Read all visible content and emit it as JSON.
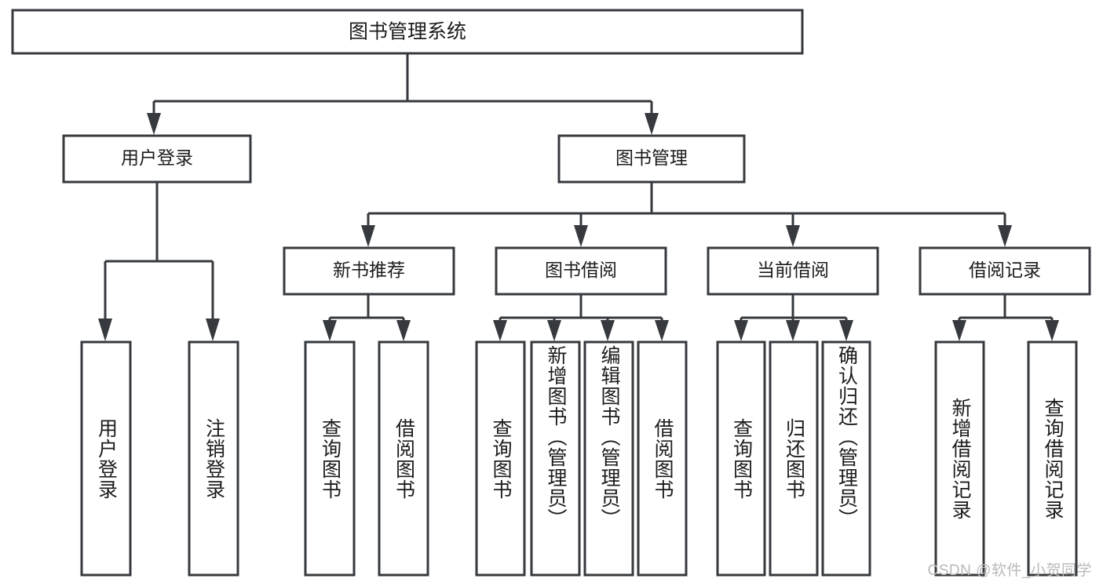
{
  "diagram": {
    "type": "tree-hierarchy",
    "title": "图书管理系统",
    "colors": {
      "box_stroke": "#36393d",
      "box_fill": "#ffffff",
      "text": "#1c1c1c",
      "connector": "#36393d",
      "watermark": "#b9b9b9",
      "background": "#ffffff"
    },
    "root": {
      "label": "图书管理系统"
    },
    "level2": [
      {
        "id": "user-login",
        "label": "用户登录"
      },
      {
        "id": "book-manage",
        "label": "图书管理"
      }
    ],
    "level3": [
      {
        "id": "new-book-recommend",
        "label": "新书推荐",
        "parent": "book-manage"
      },
      {
        "id": "book-borrow",
        "label": "图书借阅",
        "parent": "book-manage"
      },
      {
        "id": "current-borrow",
        "label": "当前借阅",
        "parent": "book-manage"
      },
      {
        "id": "borrow-record",
        "label": "借阅记录",
        "parent": "book-manage"
      }
    ],
    "leaves": [
      {
        "id": "leaf-user-login",
        "label": "用户登录",
        "parent": "user-login"
      },
      {
        "id": "leaf-logout-login",
        "label": "注销登录",
        "parent": "user-login"
      },
      {
        "id": "leaf-query-book-1",
        "label": "查询图书",
        "parent": "new-book-recommend"
      },
      {
        "id": "leaf-borrow-book-1",
        "label": "借阅图书",
        "parent": "new-book-recommend"
      },
      {
        "id": "leaf-query-book-2",
        "label": "查询图书",
        "parent": "book-borrow"
      },
      {
        "id": "leaf-add-book",
        "label": "新增图书（管理员）",
        "parent": "book-borrow"
      },
      {
        "id": "leaf-edit-book",
        "label": "编辑图书（管理员）",
        "parent": "book-borrow"
      },
      {
        "id": "leaf-borrow-book-2",
        "label": "借阅图书",
        "parent": "book-borrow"
      },
      {
        "id": "leaf-query-book-3",
        "label": "查询图书",
        "parent": "current-borrow"
      },
      {
        "id": "leaf-return-book",
        "label": "归还图书",
        "parent": "current-borrow"
      },
      {
        "id": "leaf-confirm-return",
        "label": "确认归还（管理员）",
        "parent": "current-borrow"
      },
      {
        "id": "leaf-add-record",
        "label": "新增借阅记录",
        "parent": "borrow-record"
      },
      {
        "id": "leaf-query-record",
        "label": "查询借阅记录",
        "parent": "borrow-record"
      }
    ],
    "watermark": "CSDN @软件_小贺同学"
  }
}
